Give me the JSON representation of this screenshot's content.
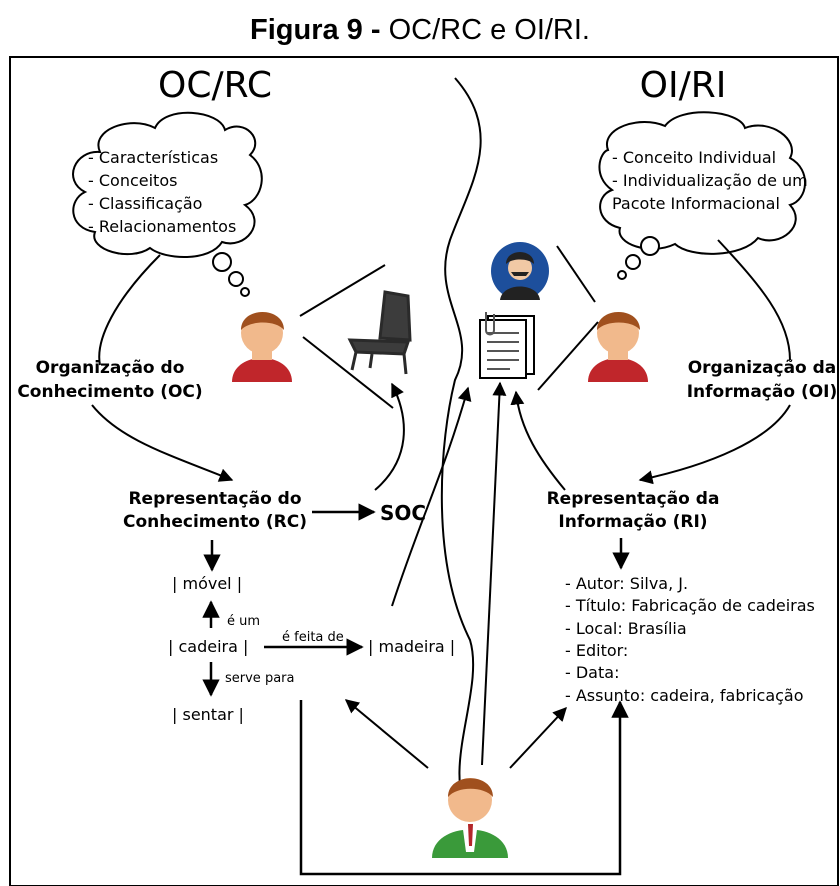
{
  "figure_title": {
    "label": "Figura 9 -",
    "caption": "OC/RC e OI/RI."
  },
  "sides": {
    "left": "OC/RC",
    "right": "OI/RI"
  },
  "left_cloud": [
    "- Características",
    "- Conceitos",
    "- Classificação",
    "- Relacionamentos"
  ],
  "right_cloud": [
    "- Conceito Individual",
    "- Individualização de um",
    "Pacote Informacional"
  ],
  "oc_label": [
    "Organização do",
    "Conhecimento (OC)"
  ],
  "oi_label": [
    "Organização da",
    "Informação (OI)"
  ],
  "rc_label": [
    "Representação do",
    "Conhecimento (RC)"
  ],
  "ri_label": [
    "Representação da",
    "Informação (RI)"
  ],
  "soc": "SOC",
  "concepts": {
    "movel": "| móvel |",
    "cadeira": "| cadeira |",
    "sentar": "| sentar |",
    "madeira": "| madeira |"
  },
  "relations": {
    "e_um": "é um",
    "feita_de": "é feita de",
    "serve_para": "serve para"
  },
  "record": [
    "- Autor: Silva, J.",
    "- Título: Fabricação de cadeiras",
    "- Local: Brasília",
    "- Editor:",
    "- Data:",
    "- Assunto: cadeira, fabricação"
  ],
  "colors": {
    "person_shirt": "#c0262b",
    "person_hair": "#a0501e",
    "person_skin": "#f1b98c",
    "user_suit": "#3a9a3a",
    "portrait_bg": "#1d4f9c"
  }
}
